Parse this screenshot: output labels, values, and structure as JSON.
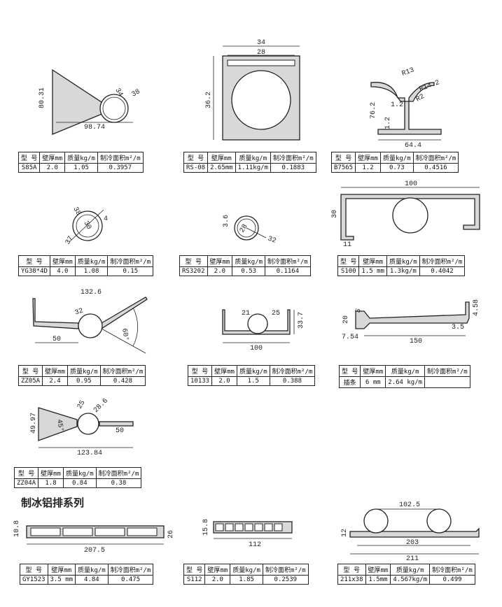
{
  "headers": [
    "型 号",
    "壁厚mm",
    "质量kg/m",
    "制冷面积m²/m"
  ],
  "section_title": "制冰铝排系列",
  "items": [
    {
      "model": "S85A",
      "wall": "2.0",
      "mass": "1.05",
      "area": "0.3957",
      "dims": [
        "80.31",
        "98.74",
        "34",
        "38"
      ]
    },
    {
      "model": "RS-08",
      "wall": "2.65mm",
      "mass": "1.11kg/m",
      "area": "0.1883",
      "dims": [
        "34",
        "28",
        "36.2"
      ]
    },
    {
      "model": "B7565",
      "wall": "1.2",
      "mass": "0.73",
      "area": "0.4516",
      "dims": [
        "R13",
        "R14.2",
        "R2",
        "76.2",
        "1.2",
        "1.2",
        "64.4"
      ]
    },
    {
      "model": "YG38*4D",
      "wall": "4.0",
      "mass": "1.08",
      "area": "0.15",
      "dims": [
        "38",
        "30",
        "4",
        "37"
      ]
    },
    {
      "model": "RS3202",
      "wall": "2.0",
      "mass": "0.53",
      "area": "0.1164",
      "dims": [
        "3.6",
        "28",
        "32"
      ]
    },
    {
      "model": "S100",
      "wall": "1.5 mm",
      "mass": "1.3kg/m",
      "area": "0.4042",
      "dims": [
        "100",
        "30",
        "11"
      ]
    },
    {
      "model": "ZZ05A",
      "wall": "2.4",
      "mass": "0.95",
      "area": "0.428",
      "dims": [
        "132.6",
        "32",
        "60°",
        "50"
      ]
    },
    {
      "model": "10133",
      "wall": "2.0",
      "mass": "1.5",
      "area": "0.388",
      "dims": [
        "21",
        "25",
        "33.7",
        "100"
      ]
    },
    {
      "model": "插条",
      "wall": "6 mm",
      "mass": "2.64 kg/m",
      "area": "",
      "dims": [
        "5",
        "20",
        "7.54",
        "150",
        "3.5",
        "4.58"
      ]
    },
    {
      "model": "ZZ04A",
      "wall": "1.8",
      "mass": "0.84",
      "area": "0.38",
      "dims": [
        "49.97",
        "25",
        "28.6",
        "45°",
        "50",
        "123.84"
      ]
    },
    {
      "model": "GY1523",
      "wall": "3.5 mm",
      "mass": "4.84",
      "area": "0.475",
      "dims": [
        "10.8",
        "207.5",
        "26"
      ]
    },
    {
      "model": "S112",
      "wall": "2.0",
      "mass": "1.85",
      "area": "0.2539",
      "dims": [
        "15.8",
        "112"
      ]
    },
    {
      "model": "211x38",
      "wall": "1.5mm",
      "mass": "4.567kg/m",
      "area": "0.499",
      "dims": [
        "102.5",
        "12",
        "203",
        "211"
      ]
    }
  ]
}
